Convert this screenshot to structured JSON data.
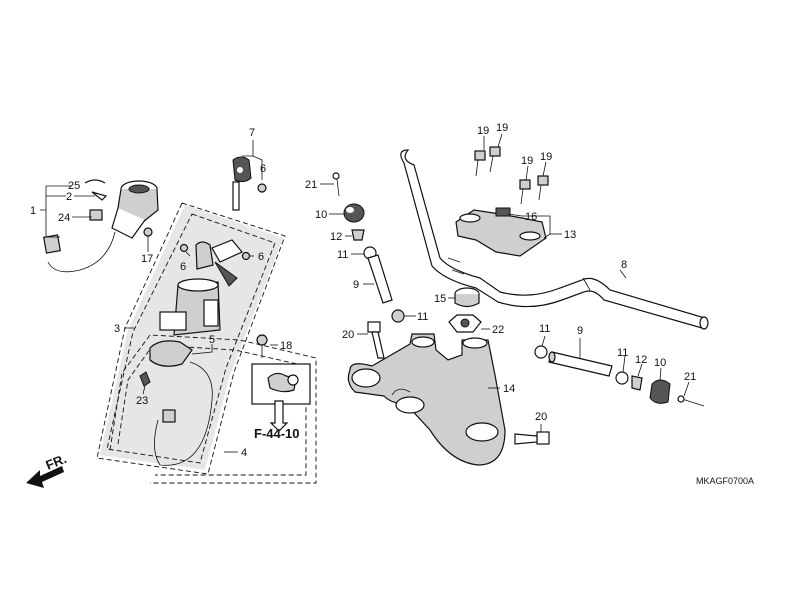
{
  "diagram_code": "MKAGF0700A",
  "reference": {
    "label": "F-44-10"
  },
  "front_label": "FR.",
  "callouts": {
    "c25": "25",
    "c2": "2",
    "c1": "1",
    "c24": "24",
    "c17": "17",
    "c7": "7",
    "c6a": "6",
    "c6b": "6",
    "c6c": "6",
    "c3": "3",
    "c5": "5",
    "c18": "18",
    "c23": "23",
    "c4": "4",
    "c21a": "21",
    "c10a": "10",
    "c12a": "12",
    "c11a": "11",
    "c9a": "9",
    "c20a": "20",
    "c11b": "11",
    "c15": "15",
    "c22": "22",
    "c14": "14",
    "c20b": "20",
    "c19a": "19",
    "c19b": "19",
    "c19c": "19",
    "c19d": "19",
    "c16": "16",
    "c13": "13",
    "c8": "8",
    "c11c": "11",
    "c9b": "9",
    "c11d": "11",
    "c12b": "12",
    "c10b": "10",
    "c21b": "21"
  }
}
